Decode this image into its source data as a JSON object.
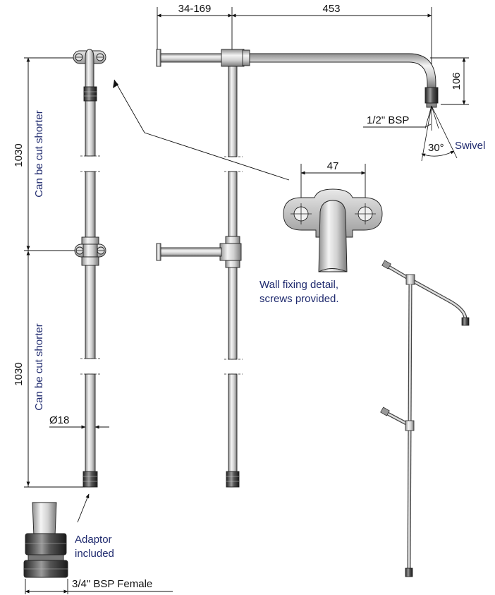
{
  "dimensions": {
    "offset": "34-169",
    "arm_length": "453",
    "drop": "106",
    "upper_length": "1030",
    "lower_length": "1030",
    "bracket_width": "47",
    "diameter": "Ø18",
    "swivel_angle": "30°"
  },
  "labels": {
    "bsp_outlet": "1/2\" BSP",
    "swivel": "Swivel",
    "cut_upper": "Can be cut shorter",
    "cut_lower": "Can be cut shorter",
    "wall_fixing_line1": "Wall fixing detail,",
    "wall_fixing_line2": "screws provided.",
    "adaptor_line1": "Adaptor",
    "adaptor_line2": "included",
    "bsp_female": "3/4\" BSP Female"
  },
  "colors": {
    "pipe_light": "#f4f4f4",
    "pipe_mid": "#c8c8c8",
    "pipe_dark": "#8e8e8e",
    "fitting_dark": "#3a3a3a",
    "note_text": "#1f2a6e"
  }
}
